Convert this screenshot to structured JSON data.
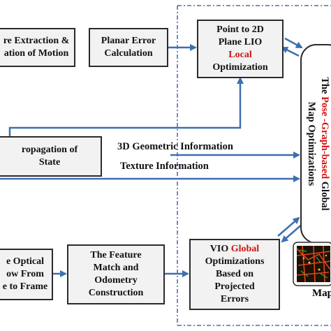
{
  "boxes": {
    "feature_extraction": {
      "line1": "re Extraction &",
      "line2": "ation of Motion"
    },
    "planar_error": {
      "line1": "Planar Error",
      "line2": "Calculation"
    },
    "point_to_plane": {
      "line1": "Point to 2D",
      "line2": "Plane LIO",
      "line3": "Local",
      "line4": "Optimization"
    },
    "propagation": {
      "line1": "ropagation of",
      "line2": "State"
    },
    "optical_flow": {
      "line1": "e Optical",
      "line2": "ow From",
      "line3": "e to Frame"
    },
    "feature_match": {
      "line1": "The Feature",
      "line2": "Match and",
      "line3": "Odometry",
      "line4": "Construction"
    },
    "vio": {
      "line1_a": "VIO",
      "line1_b": "Global",
      "line2": "Optimizations",
      "line3": "Based on",
      "line4": "Projected",
      "line5": "Errors"
    },
    "pose_graph": {
      "prefix": "The",
      "red": "Pose -Graph-based",
      "suffix": "Global",
      "line2": "Map Optimizations"
    },
    "map_caption": "Map"
  },
  "labels": {
    "geometric": "3D Geometric Information",
    "texture": "Texture Information"
  },
  "colors": {
    "arrow": "#3e6fb0",
    "accent_red": "#d11414",
    "box_fill": "#f2f2f2",
    "dashed": "#2f4f8f"
  }
}
